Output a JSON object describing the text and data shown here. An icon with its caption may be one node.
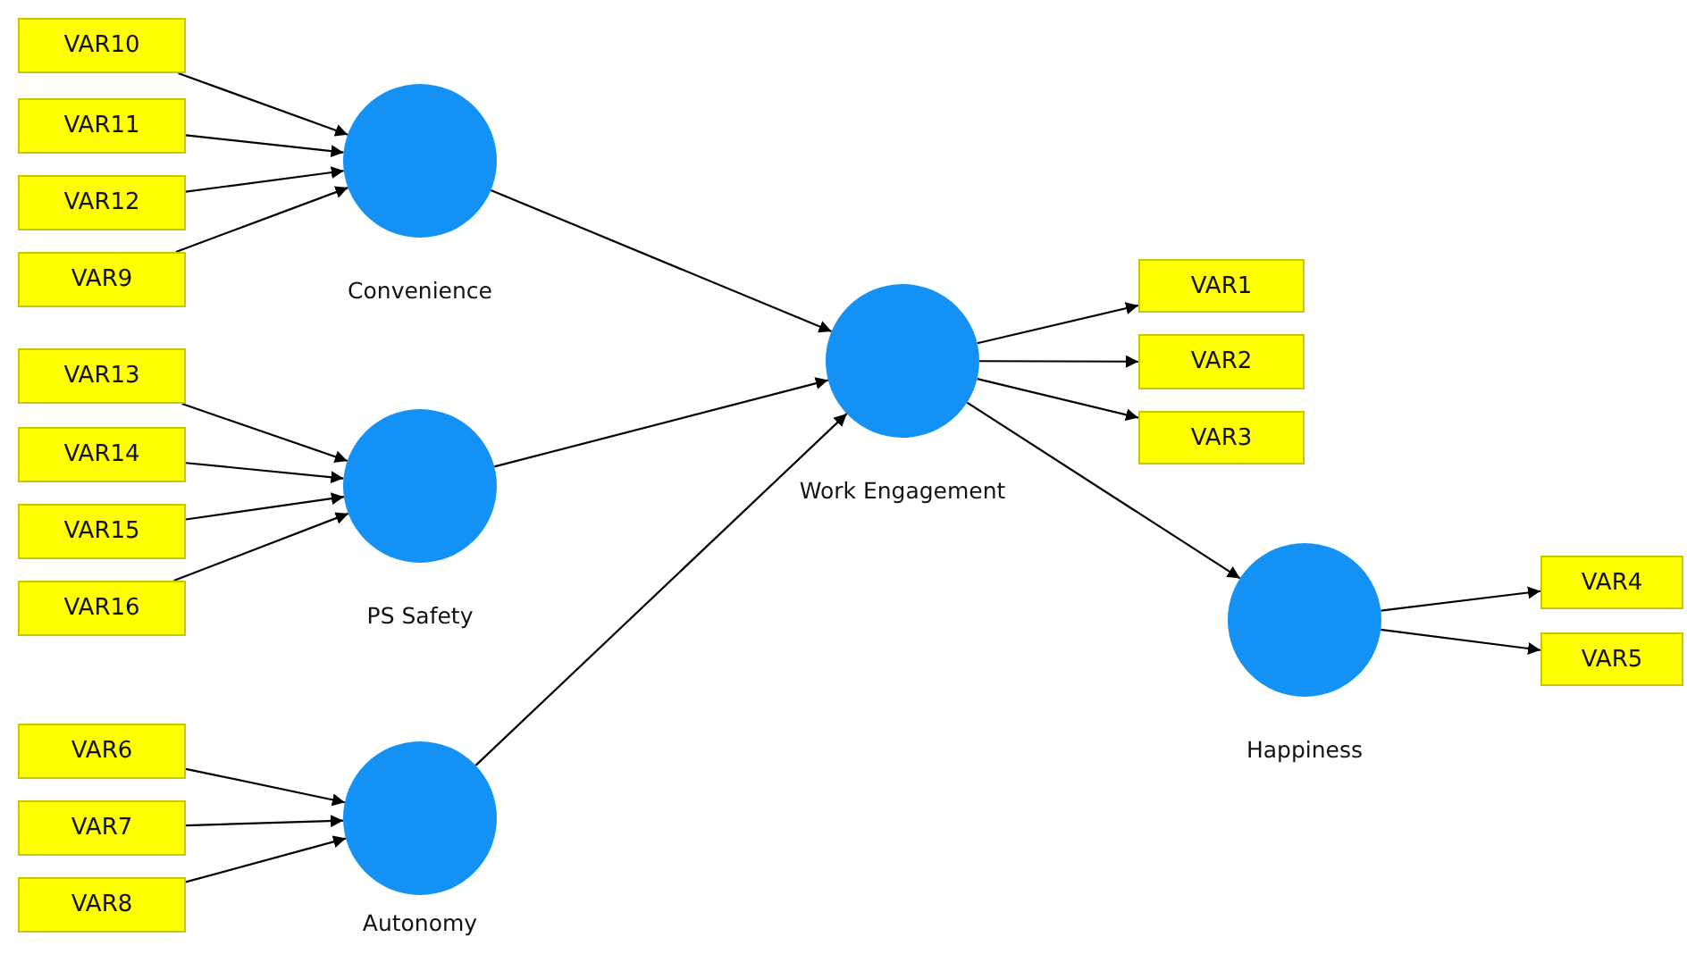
{
  "diagram": {
    "nodes": [
      {
        "text": [
          "VAR10"
        ]
      },
      {
        "text": [
          "VAR11"
        ]
      },
      {
        "text": [
          "VAR12"
        ]
      },
      {
        "text": [
          "VAR9"
        ]
      },
      {
        "text": [
          "Convenience"
        ]
      },
      {
        "text": [
          "VAR13"
        ]
      },
      {
        "text": [
          "VAR14"
        ]
      },
      {
        "text": [
          "VAR15"
        ]
      },
      {
        "text": [
          "VAR16"
        ]
      },
      {
        "text": [
          "PS Safety"
        ]
      },
      {
        "text": [
          "VAR6"
        ]
      },
      {
        "text": [
          "VAR7"
        ]
      },
      {
        "text": [
          "VAR8"
        ]
      },
      {
        "text": [
          "Autonomy"
        ]
      },
      {
        "text": [
          "Work Engagement"
        ]
      },
      {
        "text": [
          "VAR1"
        ]
      },
      {
        "text": [
          "VAR2"
        ]
      },
      {
        "text": [
          "VAR3"
        ]
      },
      {
        "text": [
          "Happiness"
        ]
      },
      {
        "text": [
          "VAR4"
        ]
      },
      {
        "text": [
          "VAR5"
        ]
      }
    ],
    "edges": [
      {
        "from": 0,
        "to": 4,
        "arrow": "to"
      },
      {
        "from": 1,
        "to": 4,
        "arrow": "to"
      },
      {
        "from": 2,
        "to": 4,
        "arrow": "to"
      },
      {
        "from": 3,
        "to": 4,
        "arrow": "to"
      },
      {
        "from": 5,
        "to": 9,
        "arrow": "to"
      },
      {
        "from": 6,
        "to": 9,
        "arrow": "to"
      },
      {
        "from": 7,
        "to": 9,
        "arrow": "to"
      },
      {
        "from": 8,
        "to": 9,
        "arrow": "to"
      },
      {
        "from": 10,
        "to": 13,
        "arrow": "to"
      },
      {
        "from": 11,
        "to": 13,
        "arrow": "to"
      },
      {
        "from": 12,
        "to": 13,
        "arrow": "to"
      },
      {
        "from": 4,
        "to": 14,
        "arrow": "to"
      },
      {
        "from": 9,
        "to": 14,
        "arrow": "to"
      },
      {
        "from": 13,
        "to": 14,
        "arrow": "to"
      },
      {
        "from": 14,
        "to": 15,
        "arrow": "to"
      },
      {
        "from": 14,
        "to": 16,
        "arrow": "to"
      },
      {
        "from": 14,
        "to": 17,
        "arrow": "to"
      },
      {
        "from": 14,
        "to": 18,
        "arrow": "to"
      },
      {
        "from": 18,
        "to": 19,
        "arrow": "to"
      },
      {
        "from": 18,
        "to": 20,
        "arrow": "to"
      }
    ]
  }
}
